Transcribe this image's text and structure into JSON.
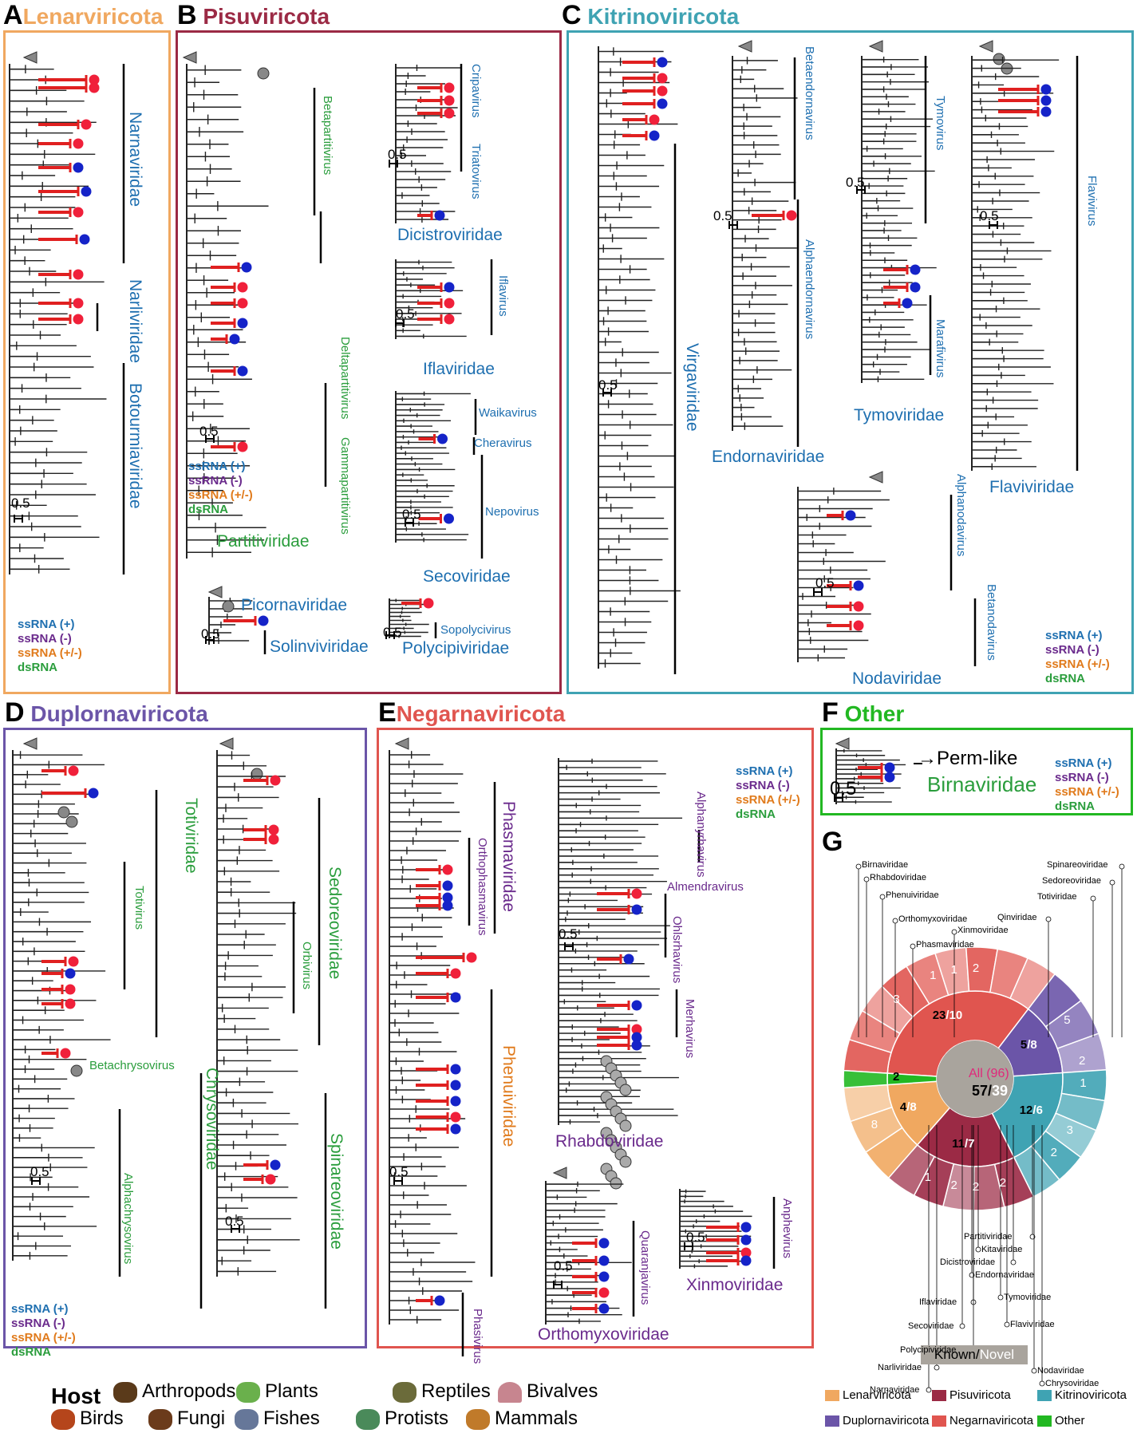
{
  "panels": {
    "A": {
      "letter": "A",
      "title": "Lenarviricota",
      "color": "#f0a860"
    },
    "B": {
      "letter": "B",
      "title": "Pisuviricota",
      "color": "#9b2a45"
    },
    "C": {
      "letter": "C",
      "title": "Kitrinoviricota",
      "color": "#3fa3b3"
    },
    "D": {
      "letter": "D",
      "title": "Duplornaviricota",
      "color": "#6b55a8"
    },
    "E": {
      "letter": "E",
      "title": "Negarnaviricota",
      "color": "#e0554f"
    },
    "F": {
      "letter": "F",
      "title": "Other",
      "color": "#22b822"
    },
    "G": {
      "letter": "G"
    }
  },
  "genome_legend": {
    "ss_pos": "ssRNA (+)",
    "ss_neg": "ssRNA (-)",
    "ss_amb": "ssRNA (+/-)",
    "ds": "dsRNA"
  },
  "scale": "0.5",
  "families": {
    "narnaviridae": "Narnaviridae",
    "narliviridae": "Narliviridae",
    "botourmiaviridae": "Botourmiaviridae",
    "dicistroviridae": "Dicistroviridae",
    "iflaviridae": "Iflaviridae",
    "partitiviridae": "Partitiviridae",
    "secoviridae": "Secoviridae",
    "picornaviridae": "Picornaviridae",
    "solinviviridae": "Solinviviridae",
    "polycipiviridae": "Polycipiviridae",
    "virgaviridae": "Virgaviridae",
    "endornaviridae": "Endornaviridae",
    "tymoviridae": "Tymoviridae",
    "flaviviridae": "Flaviviridae",
    "nodaviridae": "Nodaviridae",
    "totiviridae": "Totiviridae",
    "sedoreoviridae": "Sedoreoviridae",
    "chrysoviridae": "Chrysoviridae",
    "spinareoviridae": "Spinareoviridae",
    "phasmaviridae": "Phasmaviridae",
    "phenuiviridae": "Phenuiviridae",
    "rhabdoviridae": "Rhabdoviridae",
    "orthomyxoviridae": "Orthomyxoviridae",
    "xinmoviridae": "Xinmoviridae",
    "birnaviridae": "Birnaviridae",
    "perm_like": "→Perm-like"
  },
  "genera": {
    "betapartitivirus": "Betapartitivirus",
    "deltapartitivirus": "Deltapartitivirus",
    "gammapartitivirus": "Gammapartitivirus",
    "cripavirus": "Cripavirus",
    "triatovirus": "Triatovirus",
    "iflavirus": "Iflavirus",
    "waikavirus": "Waikavirus",
    "cheravirus": "Cheravirus",
    "nepovirus": "Nepovirus",
    "sopolycivirus": "Sopolycivirus",
    "betaendornavirus": "Betaendornavirus",
    "alphaendornavirus": "Alphaendornavirus",
    "tymovirus": "Tymovirus",
    "marafivirus": "Marafivirus",
    "flavivirus": "Flavivirus",
    "alphanodavirus": "Alphanodavirus",
    "betanodavirus": "Betanodavirus",
    "totivirus": "Totivirus",
    "orbivirus": "Orbivirus",
    "betachrysovirus": "Betachrysovirus",
    "alphachrysovirus": "Alphachrysovirus",
    "orthophasmavirus": "Orthophasmavirus",
    "phasivirus": "Phasivirus",
    "alphanyrhavirus": "Alphanyrhavirus",
    "almendravirus": "Almendravirus",
    "ohlsrhavirus": "Ohlsrhavirus",
    "merhavirus": "Merhavirus",
    "quaranjavirus": "Quaranjavirus",
    "anphevirus": "Anphevirus"
  },
  "host_legend": {
    "title": "Host",
    "items": [
      {
        "label": "Arthropods",
        "icon": "arthropod-icon"
      },
      {
        "label": "Plants",
        "icon": "plant-icon"
      },
      {
        "label": "Reptiles",
        "icon": "reptile-icon"
      },
      {
        "label": "Bivalves",
        "icon": "bivalve-icon"
      },
      {
        "label": "Birds",
        "icon": "bird-icon"
      },
      {
        "label": "Fungi",
        "icon": "fungus-icon"
      },
      {
        "label": "Fishes",
        "icon": "fish-icon"
      },
      {
        "label": "Protists",
        "icon": "protist-icon"
      },
      {
        "label": "Mammals",
        "icon": "mammal-icon"
      }
    ]
  },
  "sunburst": {
    "center_all": "All (96)",
    "center_known": "57",
    "center_novel": "39",
    "known_label": "Known",
    "novel_label": "Novel",
    "phyla": [
      {
        "name": "Lenarviricota",
        "color": "#f0a860",
        "known": 4,
        "novel": 8
      },
      {
        "name": "Pisuviricota",
        "color": "#9b2a45",
        "known": 11,
        "novel": 7
      },
      {
        "name": "Kitrinoviricota",
        "color": "#3fa3b3",
        "known": 12,
        "novel": 6
      },
      {
        "name": "Duplornaviricota",
        "color": "#6b55a8",
        "known": 5,
        "novel": 8
      },
      {
        "name": "Negarnaviricota",
        "color": "#e0554f",
        "known": 23,
        "novel": 10
      },
      {
        "name": "Other",
        "color": "#22b822",
        "known": 2,
        "novel": 0
      }
    ],
    "outer_numbers": [
      "3",
      "1",
      "2",
      "1",
      "5",
      "2",
      "1",
      "3",
      "2",
      "2",
      "2",
      "2",
      "1",
      "8"
    ],
    "families_top": [
      "Birnaviridae",
      "Rhabdoviridae",
      "Phenuiviridae",
      "Orthomyxoviridae",
      "Phasmaviridae",
      "Xinmoviridae",
      "Qinviridae",
      "Totiviridae",
      "Sedoreoviridae",
      "Spinareoviridae"
    ],
    "families_bottom": [
      "Partitiviridae",
      "Kitaviridae",
      "Dicistroviridae",
      "Endornaviridae",
      "Iflaviridae",
      "Secoviridae",
      "Tymoviridae",
      "Polycipiviridae",
      "Flaviviridae",
      "Narliviridae",
      "Nodaviridae",
      "Narnaviridae",
      "Chrysoviridae"
    ]
  }
}
